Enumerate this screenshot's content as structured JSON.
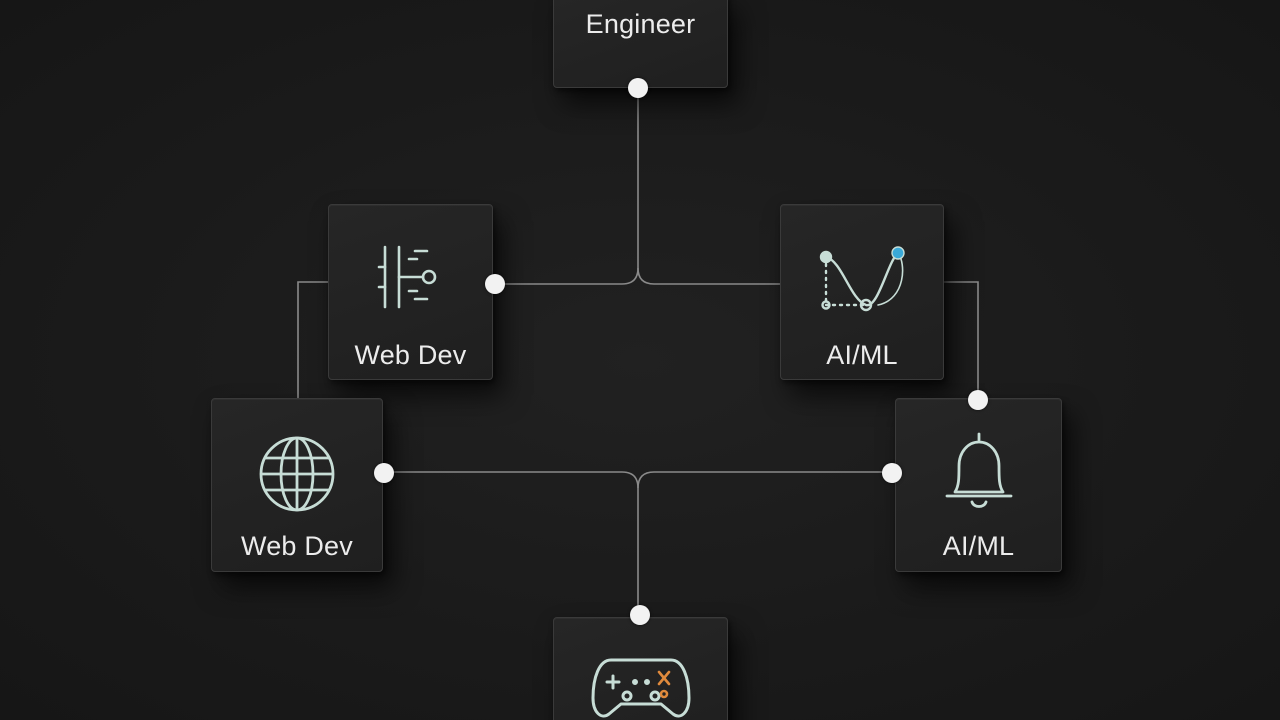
{
  "nodes": {
    "engineer": {
      "label": "Engineer"
    },
    "webdev_top": {
      "label": "Web Dev",
      "icon": "code-bracket-icon"
    },
    "aiml_top": {
      "label": "AI/ML",
      "icon": "graph-curve-icon"
    },
    "webdev_bottom": {
      "label": "Web Dev",
      "icon": "globe-icon"
    },
    "aiml_bottom": {
      "label": "AI/ML",
      "icon": "bell-icon"
    },
    "gaming": {
      "label": "",
      "icon": "gamepad-icon"
    }
  },
  "colors": {
    "background": "#1b1b1b",
    "node_fill": "#232323",
    "node_border": "#3a3a3a",
    "connector": "#8a8a8a",
    "port": "#f2f2f2",
    "icon_stroke": "#c7ddd6",
    "accent_blue": "#3aa9d8",
    "accent_orange": "#e08a3c"
  }
}
